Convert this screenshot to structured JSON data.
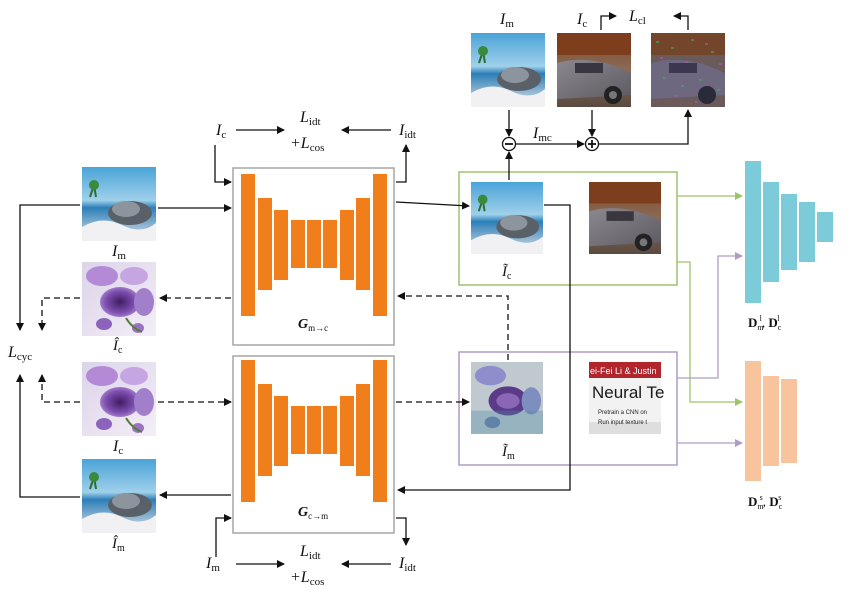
{
  "colors": {
    "generator": "#f07e1a",
    "disc_content": "#7ccbd8",
    "disc_style": "#f8c49d",
    "green_box": "#9dc36b",
    "purple_box": "#b19cc4",
    "gen_box": "#a6a6a6",
    "arrow": "#111111"
  },
  "images": {
    "landscape": "landscape-image",
    "flower": "purple-flower-image",
    "car": "car-image",
    "slide_text_top": "ei-Fei Li & Justin",
    "slide_title": "Neural Te",
    "slide_bullet_1": "Pretrain a CNN on",
    "slide_bullet_2": "Run input texture t"
  },
  "labels": {
    "im_left": {
      "main": "I",
      "sub": "m"
    },
    "ic_hat_left": {
      "main": "Î",
      "sub": "c"
    },
    "ic_left": {
      "main": "I",
      "sub": "c"
    },
    "im_hat_left": {
      "main": "Î",
      "sub": "m"
    },
    "lcyc": {
      "main": "L",
      "sub": "cyc"
    },
    "gen_top": {
      "main": "G",
      "sub": "m→c"
    },
    "gen_bottom": {
      "main": "G",
      "sub": "c→m"
    },
    "top_ic": {
      "main": "I",
      "sub": "c"
    },
    "top_lidt": {
      "main": "L",
      "sub": "idt"
    },
    "top_plus_lcos": {
      "main": "+L",
      "sub": "cos"
    },
    "top_iidt": {
      "main": "I",
      "sub": "idt"
    },
    "bot_im": {
      "main": "I",
      "sub": "m"
    },
    "bot_lidt": {
      "main": "L",
      "sub": "idt"
    },
    "bot_plus_lcos": {
      "main": "+L",
      "sub": "cos"
    },
    "bot_iidt": {
      "main": "I",
      "sub": "idt"
    },
    "ic_tilde": {
      "main": "Ĩ",
      "sub": "c"
    },
    "im_tilde": {
      "main": "Ĩ",
      "sub": "m"
    },
    "top_im": {
      "main": "I",
      "sub": "m"
    },
    "top_ic2": {
      "main": "I",
      "sub": "c"
    },
    "lcl": {
      "main": "L",
      "sub": "cl"
    },
    "imc": {
      "main": "I",
      "sub": "mc"
    },
    "minus_op": "−",
    "plus_op": "+",
    "disc_content": {
      "main": "D",
      "sub1": "m",
      "sup1": "l",
      "sub2": "c",
      "sup2": "l"
    },
    "disc_style": {
      "main": "D",
      "sub1": "m",
      "sup1": "s",
      "sub2": "c",
      "sup2": "s"
    }
  }
}
